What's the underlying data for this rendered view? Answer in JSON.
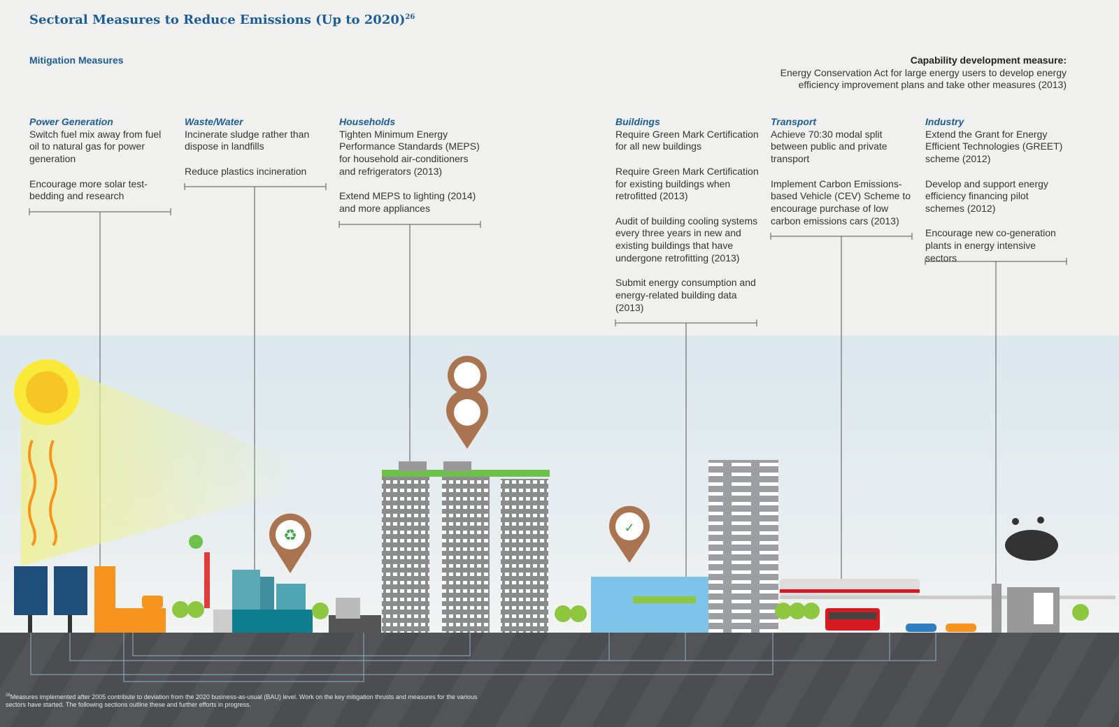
{
  "title": "Sectoral Measures to Reduce Emissions (Up to 2020)",
  "title_footnote_ref": "26",
  "subtitle": "Mitigation Measures",
  "capability": {
    "label": "Capability development measure:",
    "text": "Energy Conservation Act for large energy users to develop energy efficiency improvement plans and take other measures (2013)"
  },
  "sectors": [
    {
      "name": "Power Generation",
      "measures": [
        "Switch fuel mix away from fuel oil to natural gas for power generation",
        "Encourage more solar test-bedding and research"
      ]
    },
    {
      "name": "Waste/Water",
      "measures": [
        "Incinerate sludge rather than dispose in landfills",
        "Reduce plastics incineration"
      ]
    },
    {
      "name": "Households",
      "measures": [
        "Tighten Minimum Energy Performance Standards (MEPS) for household air-conditioners and refrigerators (2013)",
        "Extend MEPS to lighting (2014) and more appliances"
      ]
    },
    {
      "name": "Buildings",
      "measures": [
        "Require Green Mark Certification for all new buildings",
        "Require Green Mark Certification for existing buildings when retrofitted (2013)",
        "Audit of building cooling systems every three years in new and existing buildings that have undergone retrofitting (2013)",
        "Submit energy consumption and energy-related building data (2013)"
      ]
    },
    {
      "name": "Transport",
      "measures": [
        "Achieve 70:30 modal split between public and private transport",
        "Implement Carbon Emissions-based Vehicle (CEV) Scheme to encourage purchase of low carbon emissions cars (2013)"
      ]
    },
    {
      "name": "Industry",
      "measures": [
        "Extend the Grant for Energy Efficient Technologies (GREET) scheme (2012)",
        "Develop and support energy efficiency financing pilot schemes (2012)",
        "Encourage new co-generation plants in energy intensive sectors"
      ]
    }
  ],
  "footnote": {
    "ref": "26",
    "text": "Measures implemented after 2005 contribute to deviation from the 2020 business-as-usual (BAU) level. Work on the key mitigation thrusts and measures for the various sectors have started. The following sections outline these and further efforts in progress."
  },
  "colors": {
    "blue": "#1b5d98",
    "orange": "#f7941d",
    "pin": "#a9744f",
    "ground": "#4d4f52"
  }
}
